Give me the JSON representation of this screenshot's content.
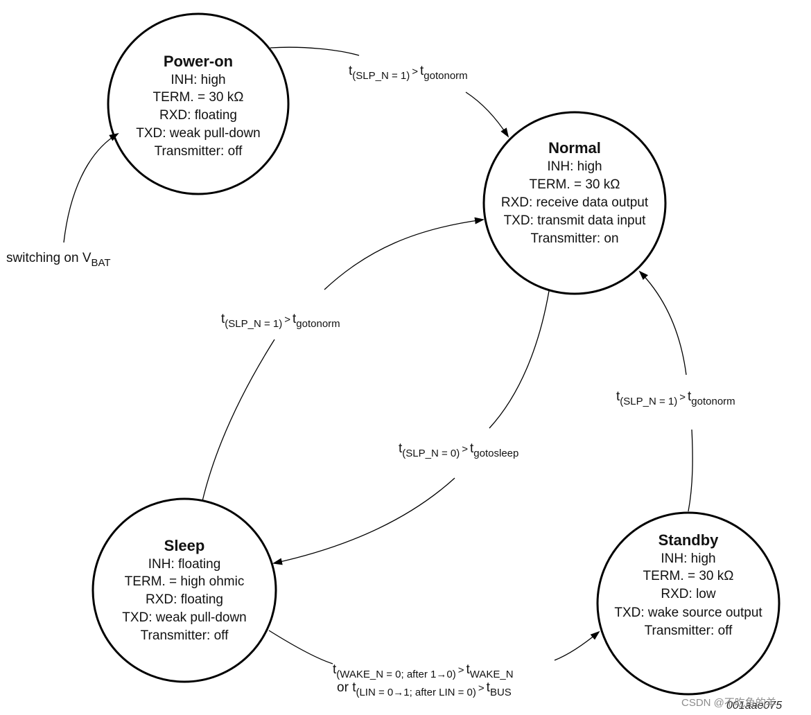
{
  "states": {
    "power_on": {
      "title": "Power-on",
      "lines": [
        "INH: high",
        "TERM. = 30 kΩ",
        "RXD: floating",
        "TXD: weak pull-down",
        "Transmitter: off"
      ]
    },
    "normal": {
      "title": "Normal",
      "lines": [
        "INH: high",
        "TERM. = 30 kΩ",
        "RXD: receive data output",
        "TXD: transmit data input",
        "Transmitter: on"
      ]
    },
    "sleep": {
      "title": "Sleep",
      "lines": [
        "INH: floating",
        "TERM. = high ohmic",
        "RXD: floating",
        "TXD: weak pull-down",
        "Transmitter: off"
      ]
    },
    "standby": {
      "title": "Standby",
      "lines": [
        "INH: high",
        "TERM. = 30 kΩ",
        "RXD: low",
        "TXD: wake source output",
        "Transmitter: off"
      ]
    }
  },
  "transitions": {
    "power_on_to_normal": {
      "t": "t",
      "cond": "(SLP_N = 1)",
      "gt": ">",
      "t2": "t",
      "target": "gotonorm"
    },
    "sleep_to_normal": {
      "t": "t",
      "cond": "(SLP_N = 1)",
      "gt": ">",
      "t2": "t",
      "target": "gotonorm"
    },
    "standby_to_normal": {
      "t": "t",
      "cond": "(SLP_N = 1)",
      "gt": ">",
      "t2": "t",
      "target": "gotonorm"
    },
    "normal_to_sleep": {
      "t": "t",
      "cond": "(SLP_N = 0)",
      "gt": ">",
      "t2": "t",
      "target": "gotosleep"
    },
    "sleep_to_standby": {
      "line1": {
        "t": "t",
        "cond": "(WAKE_N = 0; after 1→0)",
        "gt": ">",
        "t2": "t",
        "target": "WAKE_N"
      },
      "line2": {
        "prefix": "or",
        "t": "t",
        "cond": "(LIN = 0→1; after LIN = 0)",
        "gt": ">",
        "t2": "t",
        "target": "BUS"
      }
    },
    "vbat_entry": {
      "text": "switching on V",
      "sub": "BAT"
    }
  },
  "figure_id": "001aae075",
  "watermark": "CSDN @不吃鱼的羊",
  "colors": {
    "stroke": "#000000",
    "background": "#ffffff",
    "text": "#111111",
    "watermark": "#8c8c8c"
  }
}
